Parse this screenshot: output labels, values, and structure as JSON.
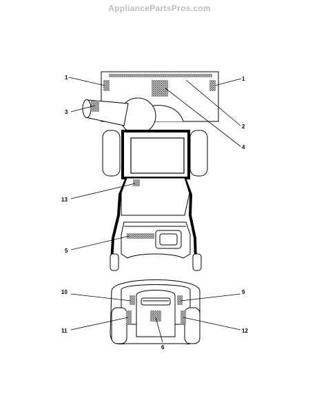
{
  "watermark": "AppliancePartsPros.com",
  "callouts": [
    {
      "id": "c1-left",
      "label": "1"
    },
    {
      "id": "c1-right",
      "label": "1"
    },
    {
      "id": "c2",
      "label": "2"
    },
    {
      "id": "c3",
      "label": "3"
    },
    {
      "id": "c4",
      "label": "4"
    },
    {
      "id": "c13",
      "label": "13"
    },
    {
      "id": "c5",
      "label": "5"
    },
    {
      "id": "c10",
      "label": "10"
    },
    {
      "id": "c9",
      "label": "9"
    },
    {
      "id": "c11",
      "label": "11"
    },
    {
      "id": "c12",
      "label": "12"
    },
    {
      "id": "c6",
      "label": "6"
    }
  ],
  "colors": {
    "line": "#000000",
    "decal_fill": "#9a9a9a",
    "watermark": "#bdbdbd"
  }
}
